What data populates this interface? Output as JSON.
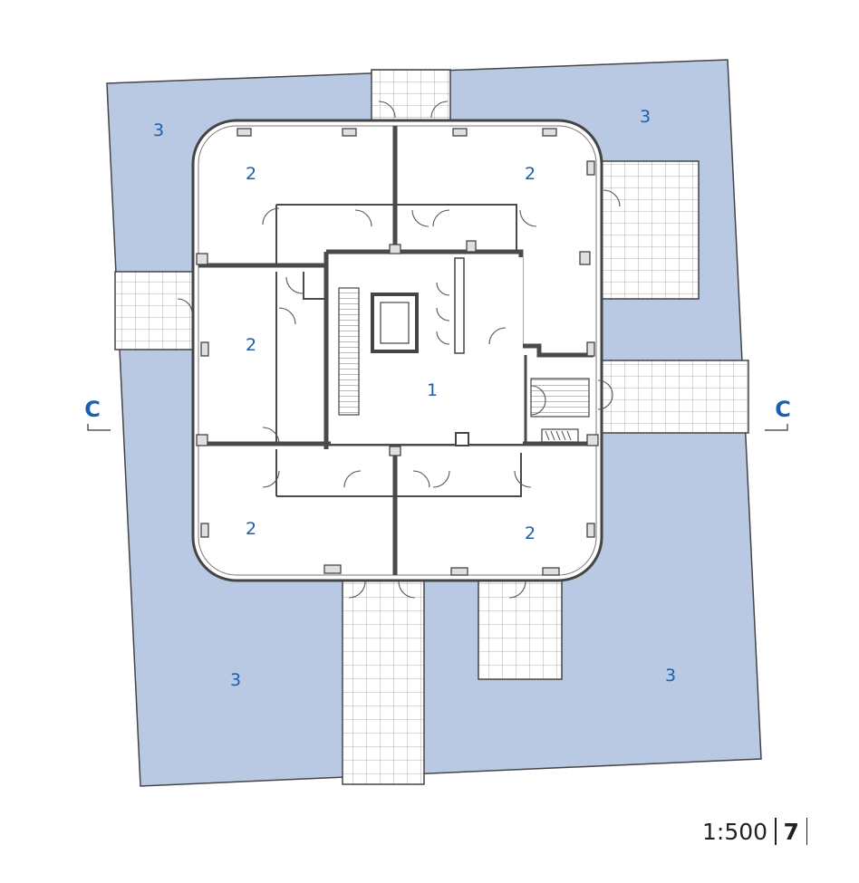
{
  "plan": {
    "rooms": [
      {
        "id": "core",
        "label": "1"
      },
      {
        "id": "office-nw",
        "label": "2"
      },
      {
        "id": "office-ne",
        "label": "2"
      },
      {
        "id": "office-w",
        "label": "2"
      },
      {
        "id": "office-sw",
        "label": "2"
      },
      {
        "id": "office-se",
        "label": "2"
      },
      {
        "id": "terrace-nw",
        "label": "3"
      },
      {
        "id": "terrace-ne",
        "label": "3"
      },
      {
        "id": "terrace-sw",
        "label": "3"
      },
      {
        "id": "terrace-se",
        "label": "3"
      }
    ],
    "section_marks": [
      "C",
      "C"
    ],
    "colors": {
      "terrace": "#b9c9e4",
      "wall": "#4a4a4a",
      "label": "#1b5fae",
      "grid": "#8a8a8a"
    }
  },
  "footer": {
    "scale": "1:500",
    "page": "7"
  }
}
